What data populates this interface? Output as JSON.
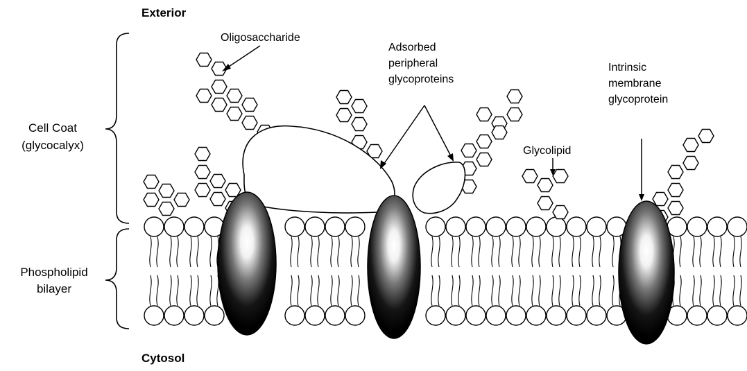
{
  "labels": {
    "exterior": "Exterior",
    "cytosol": "Cytosol",
    "cell_coat_line1": "Cell Coat",
    "cell_coat_line2": "(glycocalyx)",
    "phospholipid_line1": "Phospholipid",
    "phospholipid_line2": "bilayer",
    "oligosaccharide": "Oligosaccharide",
    "adsorbed_line1": "Adsorbed",
    "adsorbed_line2": "peripheral",
    "adsorbed_line3": "glycoproteins",
    "glycolipid": "Glycolipid",
    "intrinsic_line1": "Intrinsic",
    "intrinsic_line2": "membrane",
    "intrinsic_line3": "glycoprotein"
  },
  "colors": {
    "line": "#000000",
    "background": "#ffffff",
    "protein_dark": "#000000",
    "protein_highlight": "#ffffff"
  }
}
